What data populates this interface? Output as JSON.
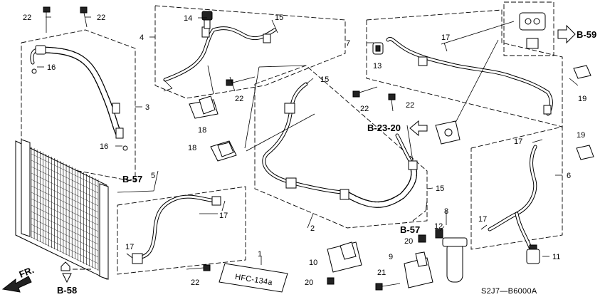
{
  "callouts": {
    "c1": "1",
    "c2": "2",
    "c3": "3",
    "c4": "4",
    "c5": "5",
    "c6": "6",
    "c7": "7",
    "c8": "8",
    "c9": "9",
    "c10": "10",
    "c11": "11",
    "c12": "12",
    "c13": "13",
    "c14": "14",
    "c15": "15",
    "c16": "16",
    "c17": "17",
    "c18": "18",
    "c19": "19",
    "c20": "20",
    "c21": "21",
    "c22": "22"
  },
  "references": {
    "b59": "B-59",
    "b23_20": "B-23-20",
    "b57": "B-57",
    "b58": "B-58"
  },
  "front_label": "FR.",
  "diagram_code": "S2J7—B6000A",
  "plate_text": "HFC-134a"
}
